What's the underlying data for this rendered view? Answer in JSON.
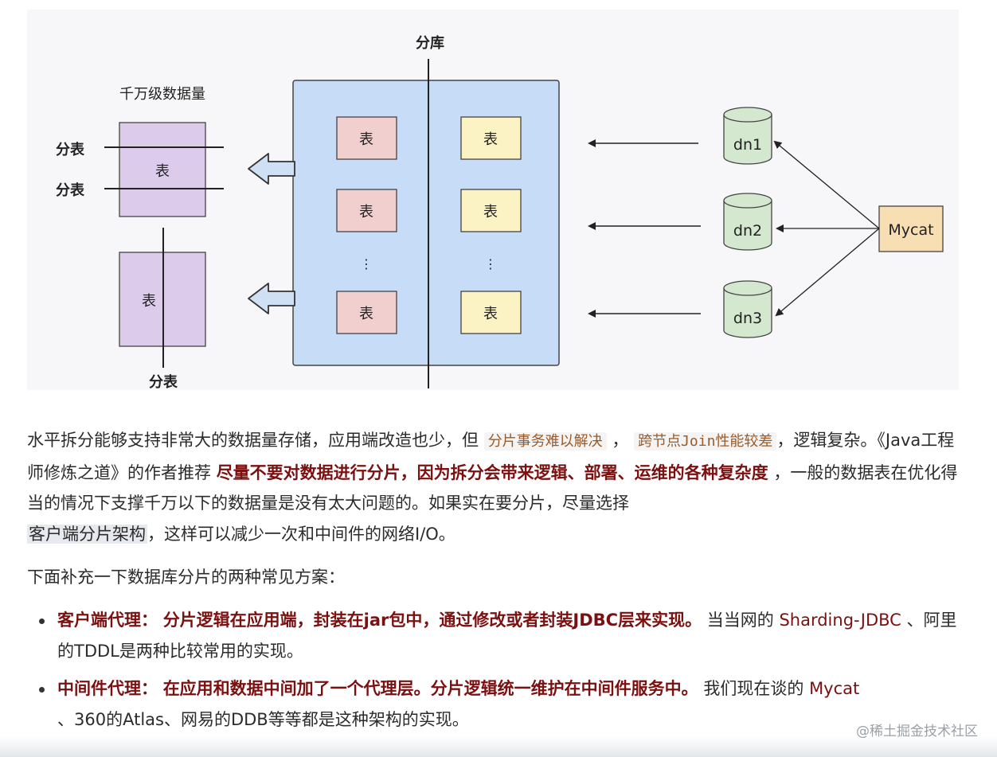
{
  "diagram": {
    "vertical_split_label": "分库",
    "source_title": "千万级数据量",
    "split_label_1": "分表",
    "split_label_2": "分表",
    "split_label_3": "分表",
    "table_label": "表",
    "ellipsis": "⋮",
    "nodes": [
      "dn1",
      "dn2",
      "dn3"
    ],
    "proxy_label": "Mycat",
    "colors": {
      "db_panel": "#c6dcf7",
      "table_red": "#f2cfcf",
      "table_yellow": "#fbf3c4",
      "source_purple": "#dccbeb",
      "node_green": "#d3e8cf",
      "proxy_orange": "#f8dfb3"
    }
  },
  "paragraph1": {
    "text_a": "水平拆分能够支持非常大的数据量存储，应用端改造也少，但",
    "code_1": "分片事务难以解决",
    "sep": "，",
    "code_2": "跨节点Join性能较差",
    "text_b": "，逻辑复杂。《Java工程师修炼之道》的作者推荐",
    "strong": "尽量不要对数据进行分片，因为拆分会带来逻辑、部署、运维的各种复杂度",
    "text_c": "，一般的数据表在优化得当的情况下支撑千万以下的数据量是没有太大问题的。如果实在要分片，尽量选择",
    "highlight": "客户端分片架构",
    "text_d": "，这样可以减少一次和中间件的网络I/O。"
  },
  "paragraph2": "下面补充一下数据库分片的两种常见方案：",
  "bullets": [
    {
      "label": "客户端代理：",
      "strong": "分片逻辑在应用端，封装在jar包中，通过修改或者封装JDBC层来实现。",
      "text_a": "当当网的",
      "red_a": "Sharding-JDBC",
      "text_b": "、阿里的TDDL是两种比较常用的实现。"
    },
    {
      "label": "中间件代理：",
      "strong": "在应用和数据中间加了一个代理层。分片逻辑统一维护在中间件服务中。",
      "text_a": "我们现在谈的",
      "red_a": "Mycat",
      "text_b": "、360的Atlas、网易的DDB等等都是这种架构的实现。"
    }
  ],
  "watermark": "@稀土掘金技术社区"
}
